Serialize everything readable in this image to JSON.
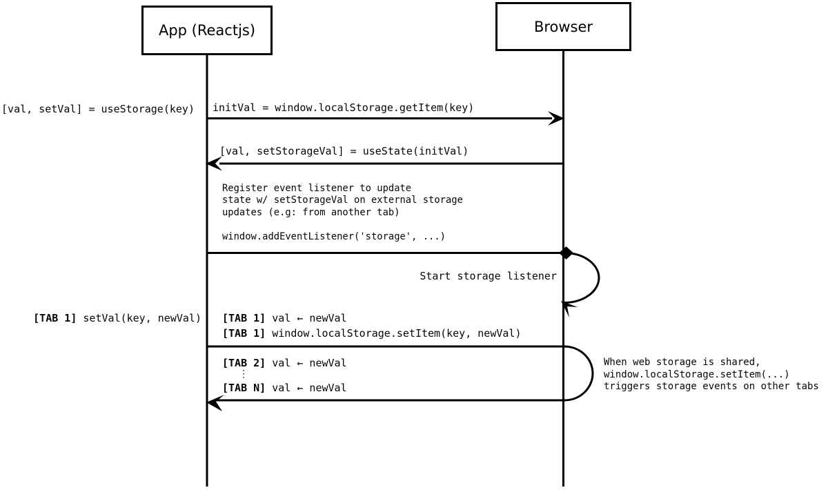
{
  "diagram": {
    "title_hint": "useStorage hook sequence diagram",
    "colors": {
      "line": "#000000",
      "background": "#ffffff",
      "text": "#050505"
    },
    "actors": [
      {
        "id": "app",
        "label": "App (Reactjs)"
      },
      {
        "id": "browser",
        "label": "Browser"
      }
    ],
    "messages": {
      "usestorage_call": "[val, setVal] = useStorage(key)",
      "getitem": "initVal = window.localStorage.getItem(key)",
      "usestate": "[val, setStorageVal] = useState(initVal)",
      "register_note": "Register event listener to update\nstate w/ setStorageVal on external storage\nupdates (e.g: from another tab)\n\nwindow.addEventListener('storage', ...)",
      "loop_label": "Start storage listener",
      "tab1_call": {
        "prefix": "[TAB 1]",
        "text": " setVal(key, newVal)"
      },
      "tab1_assign": {
        "prefix": "[TAB 1]",
        "text": " val ← newVal"
      },
      "tab1_setitem": {
        "prefix": "[TAB 1]",
        "text": " window.localStorage.setItem(key, newVal)"
      },
      "tab2_assign": {
        "prefix": "[TAB 2]",
        "text": " val ← newVal"
      },
      "ellipsis": "⋮",
      "tabn_assign": {
        "prefix": "[TAB N]",
        "text": " val ← newVal"
      },
      "shared_note": "When web storage is shared,\nwindow.localStorage.setItem(...)\ntriggers storage events on other tabs"
    }
  }
}
